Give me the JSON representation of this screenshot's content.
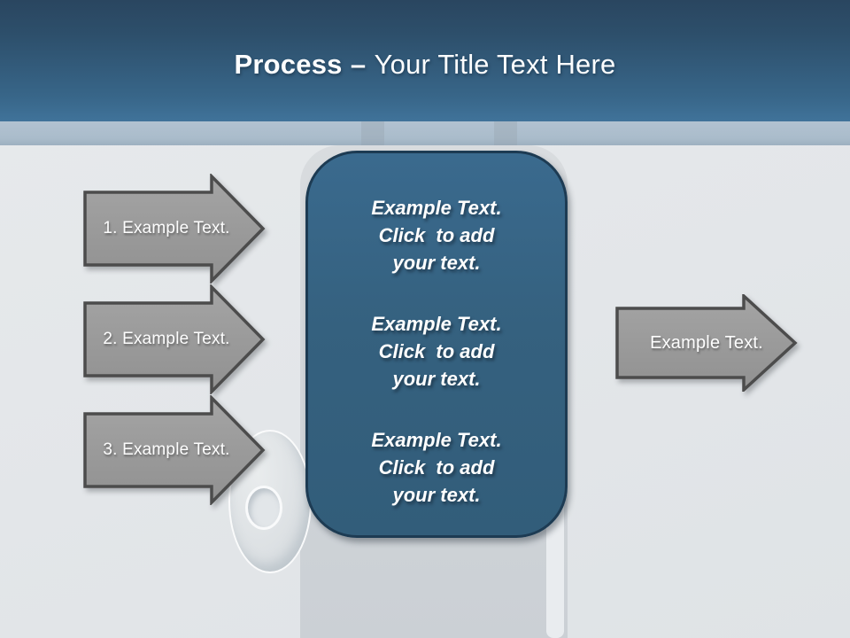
{
  "slide": {
    "title": {
      "bold": "Process",
      "dash": "–",
      "rest": "Your Title Text Here"
    }
  },
  "left_arrows": [
    {
      "label": "1. Example Text."
    },
    {
      "label": "2. Example Text."
    },
    {
      "label": "3. Example Text."
    }
  ],
  "right_arrow": {
    "label": "Example Text."
  },
  "center_panel": {
    "blocks": [
      {
        "lines": [
          "Example Text.",
          "Click  to add",
          "your text."
        ]
      },
      {
        "lines": [
          "Example Text.",
          "Click  to add",
          "your text."
        ]
      },
      {
        "lines": [
          "Example Text.",
          "Click  to add",
          "your text."
        ]
      }
    ]
  },
  "colors": {
    "header_top": "#2a4660",
    "header_bottom": "#40739a",
    "band": "#aabccb",
    "background": "#e3e6e9",
    "panel_fill": "#35617f",
    "panel_border": "#1d3b53",
    "arrow_fill": "#9a9a9a",
    "arrow_border": "#4c4c4c",
    "text": "#ffffff"
  }
}
